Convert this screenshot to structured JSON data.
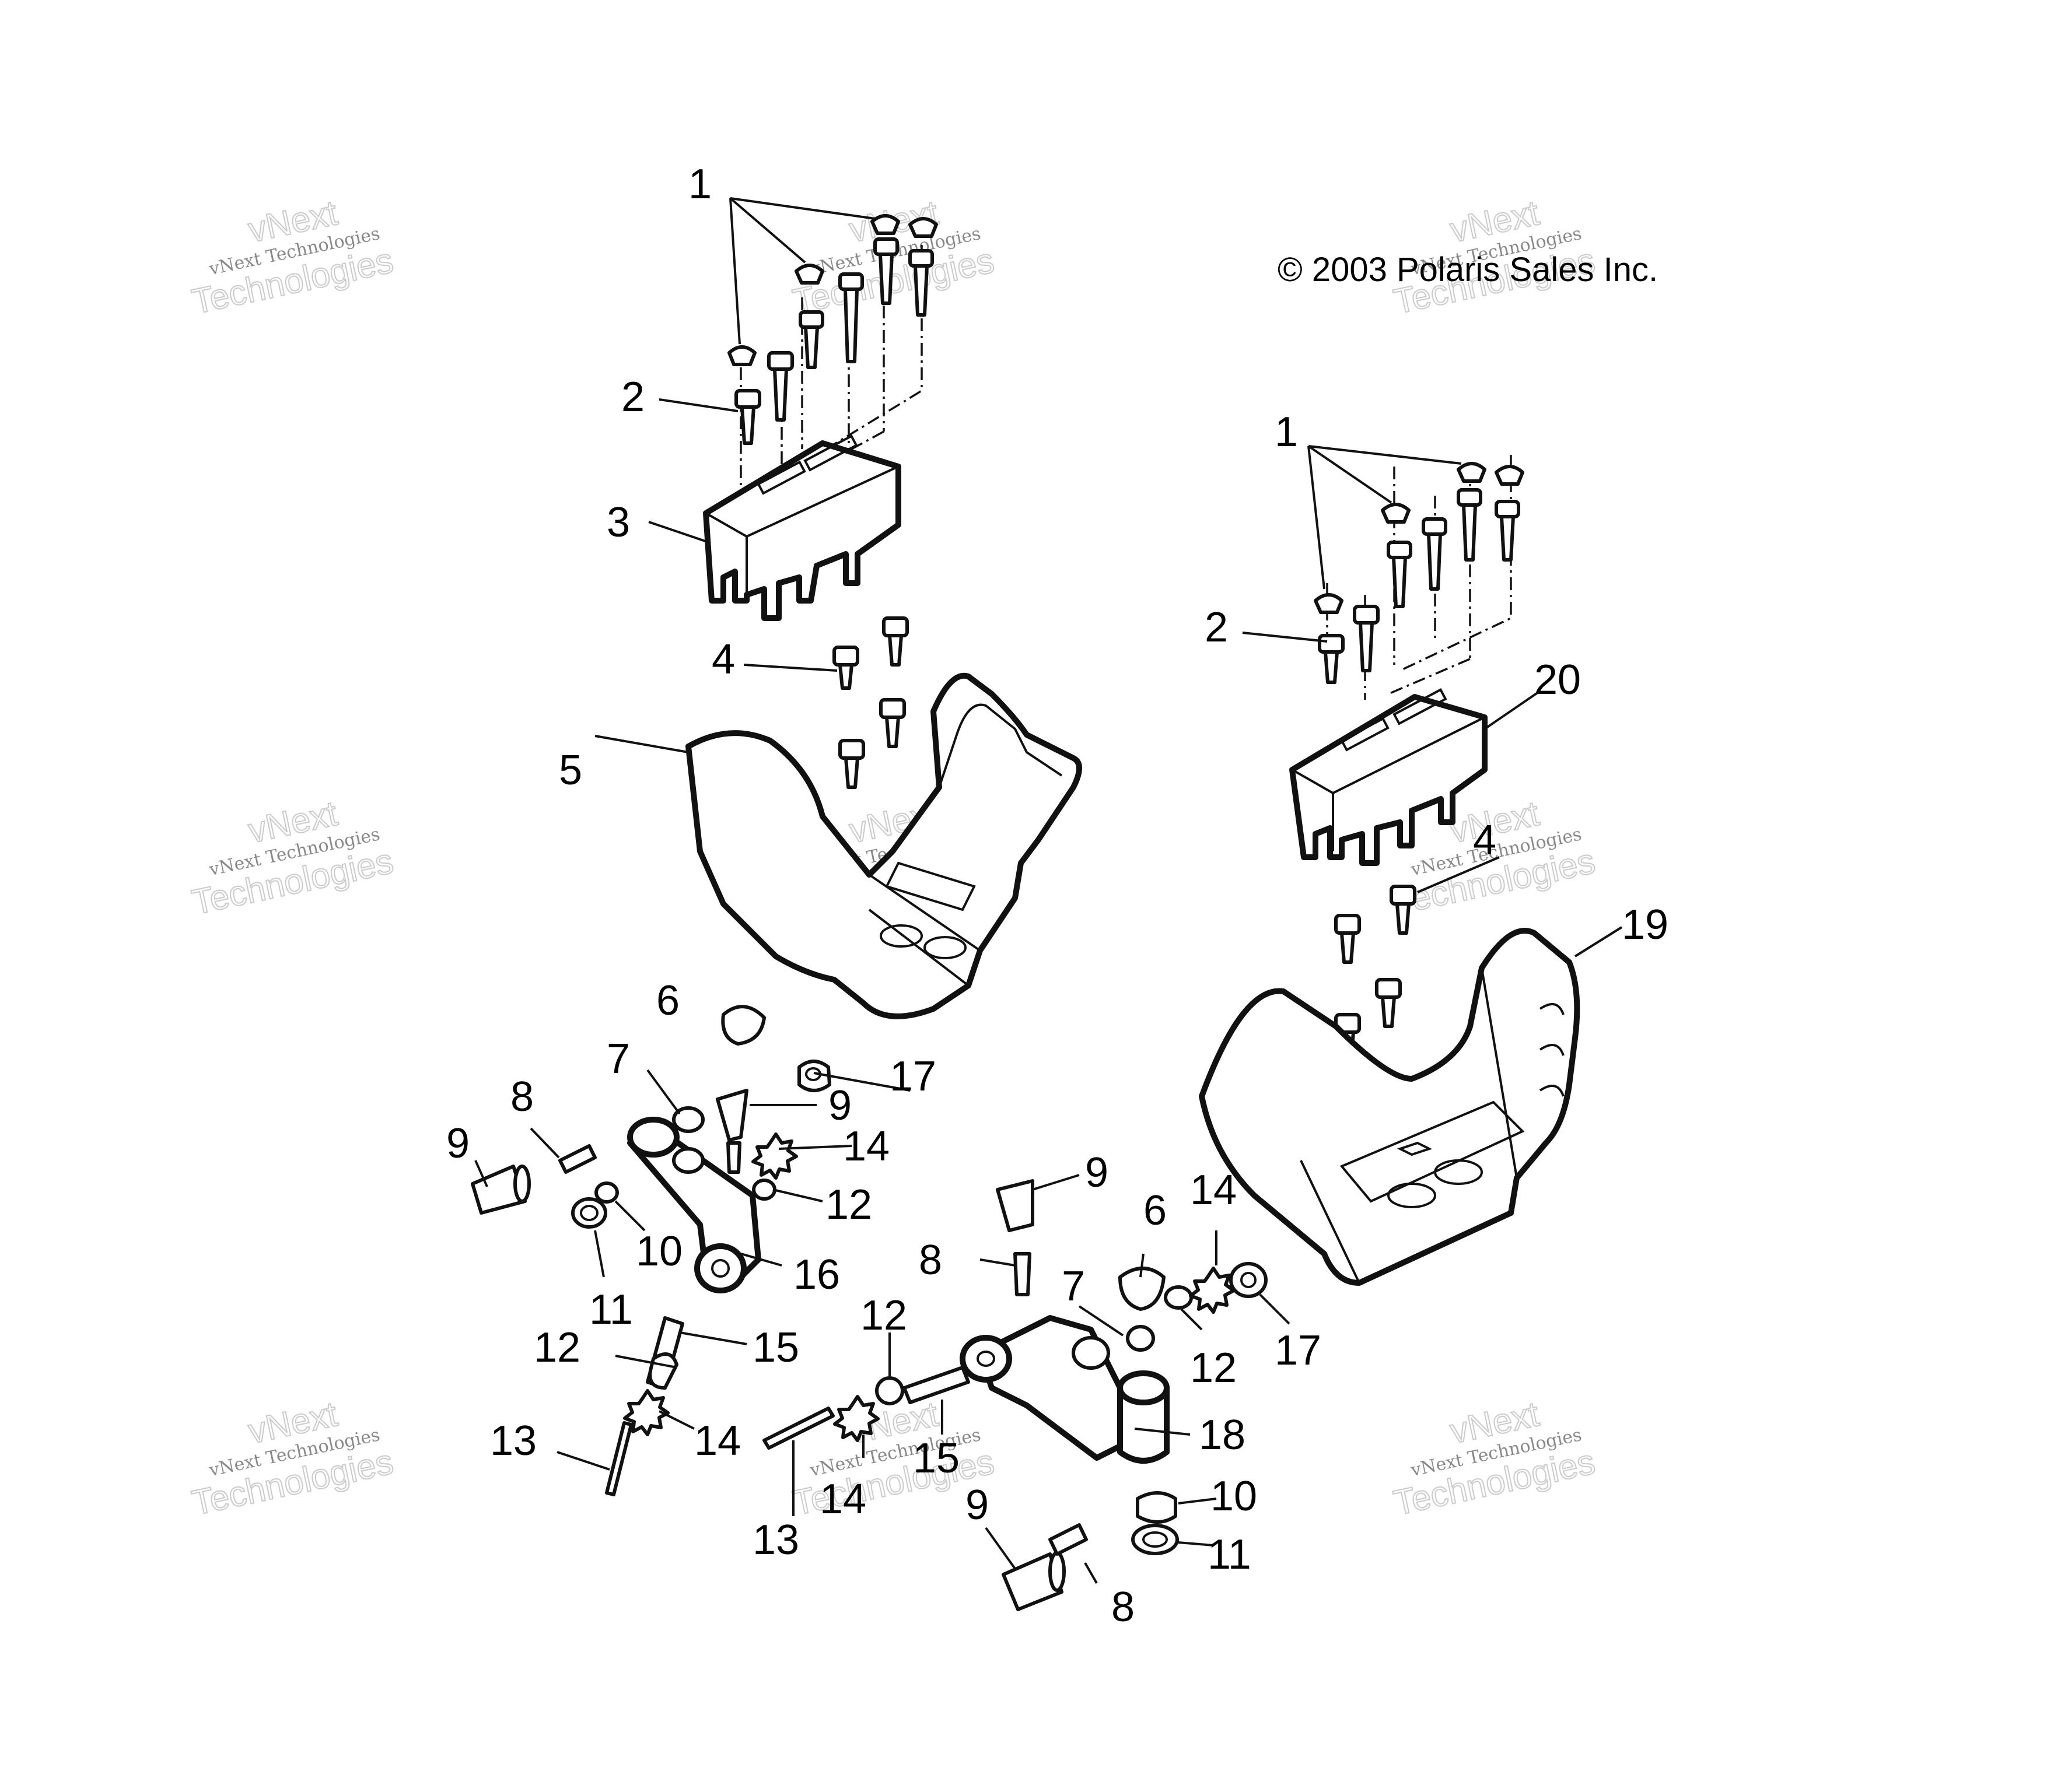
{
  "copyright": "© 2003 Polaris Sales Inc.",
  "watermark": {
    "line1": "vNext Technologies",
    "line2": "vNext",
    "line3": "Technologies"
  },
  "callouts": {
    "c1a": "1",
    "c2a": "2",
    "c3": "3",
    "c4a": "4",
    "c5": "5",
    "c6a": "6",
    "c17a": "17",
    "c7a": "7",
    "c9a": "9",
    "c8a": "8",
    "c9b": "9",
    "c14a": "14",
    "c12a": "12",
    "c10a": "10",
    "c11a": "11",
    "c16": "16",
    "c15a": "15",
    "c12b": "12",
    "c13a": "13",
    "c14b": "14",
    "c1b": "1",
    "c2b": "2",
    "c20": "20",
    "c4b": "4",
    "c19": "19",
    "c9c": "9",
    "c8b": "8",
    "c6b": "6",
    "c14c": "14",
    "c7b": "7",
    "c12c": "12",
    "c17b": "17",
    "c12d": "12",
    "c15b": "15",
    "c18": "18",
    "c13b": "13",
    "c14d": "14",
    "c9d": "9",
    "c10b": "10",
    "c11b": "11",
    "c8c": "8"
  }
}
